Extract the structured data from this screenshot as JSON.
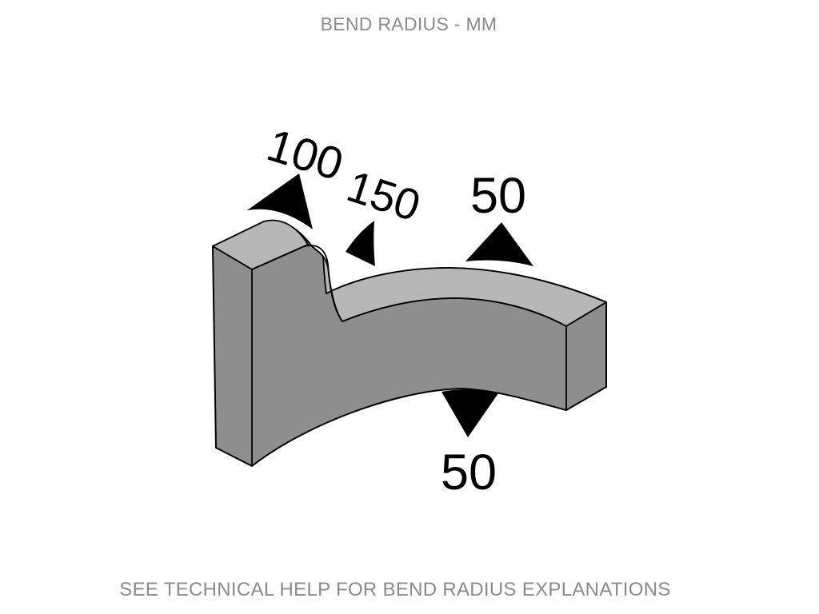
{
  "title": "BEND RADIUS - MM",
  "footer": "SEE TECHNICAL HELP FOR BEND RADIUS EXPLANATIONS",
  "diagram": {
    "description": "isometric drawing of a bent bracket with bend radius callouts",
    "unit": "mm",
    "labels": {
      "r100": "100",
      "r150": "150",
      "r50_top": "50",
      "r50_bottom": "50"
    }
  },
  "colors": {
    "background": "#ffffff",
    "face": "#8e8e8e",
    "top_surface": "#b7b7b7",
    "outline": "#000000",
    "label_text": "#000000",
    "heading_text": "#8a8a8a"
  }
}
